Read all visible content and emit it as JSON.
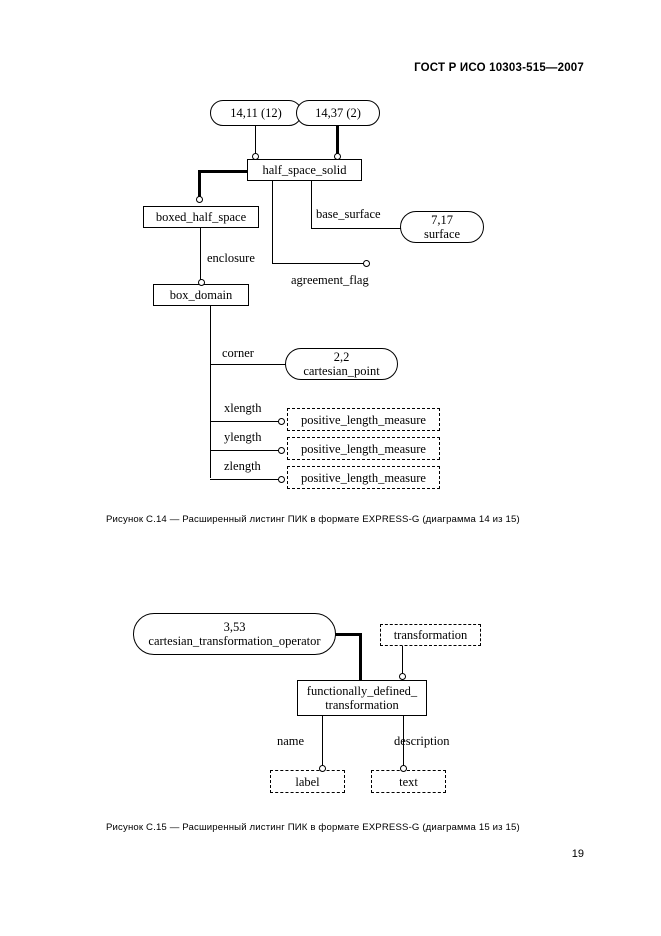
{
  "document": {
    "header": "ГОСТ Р ИСО 10303-515—2007",
    "page_number": "19"
  },
  "figures": [
    {
      "id": "C.14",
      "caption": "Рисунок С.14 — Расширенный листинг ПИК в формате EXPRESS-G (диаграмма 14 из 15)",
      "nodes": {
        "ref_14_11": {
          "line1": "14,11 (12)",
          "line2": ""
        },
        "ref_14_37": {
          "line1": "14,37 (2)",
          "line2": ""
        },
        "half_space_solid": {
          "label": "half_space_solid"
        },
        "boxed_half_space": {
          "label": "boxed_half_space"
        },
        "box_domain": {
          "label": "box_domain"
        },
        "surface": {
          "line1": "7,17",
          "line2": "surface"
        },
        "cartesian_point": {
          "line1": "2,2",
          "line2": "cartesian_point"
        },
        "plm_x": {
          "label": "positive_length_measure"
        },
        "plm_y": {
          "label": "positive_length_measure"
        },
        "plm_z": {
          "label": "positive_length_measure"
        }
      },
      "attributes": {
        "base_surface": "base_surface",
        "agreement_flag": "agreement_flag",
        "enclosure": "enclosure",
        "corner": "corner",
        "xlength": "xlength",
        "ylength": "ylength",
        "zlength": "zlength"
      }
    },
    {
      "id": "C.15",
      "caption": "Рисунок С.15 — Расширенный листинг ПИК в формате EXPRESS-G (диаграмма 15 из 15)",
      "nodes": {
        "cto": {
          "line1": "3,53",
          "line2": "cartesian_transformation_operator"
        },
        "transformation": {
          "label": "transformation"
        },
        "fdt": {
          "line1": "functionally_defined_",
          "line2": "transformation"
        },
        "label_box": {
          "label": "label"
        },
        "text_box": {
          "label": "text"
        }
      },
      "attributes": {
        "name": "name",
        "description": "description"
      }
    }
  ]
}
